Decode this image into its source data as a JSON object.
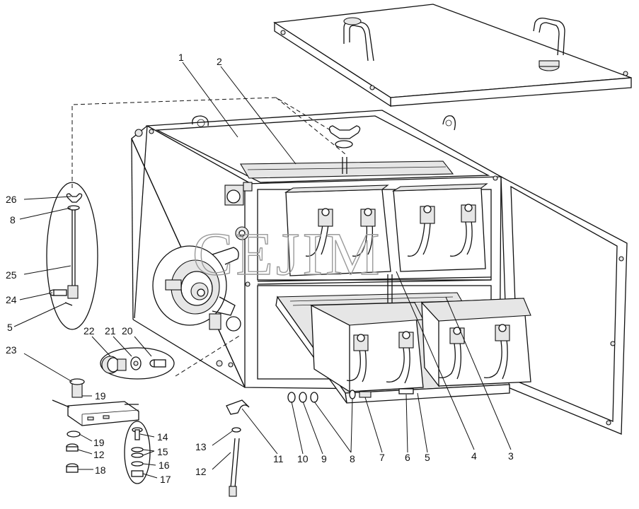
{
  "watermark": "CEJIM",
  "callouts": [
    {
      "id": "c-1",
      "text": "1"
    },
    {
      "id": "c-2",
      "text": "2"
    },
    {
      "id": "c-26",
      "text": "26"
    },
    {
      "id": "c-8a",
      "text": "8"
    },
    {
      "id": "c-25",
      "text": "25"
    },
    {
      "id": "c-24",
      "text": "24"
    },
    {
      "id": "c-5a",
      "text": "5"
    },
    {
      "id": "c-22",
      "text": "22"
    },
    {
      "id": "c-21",
      "text": "21"
    },
    {
      "id": "c-20",
      "text": "20"
    },
    {
      "id": "c-23",
      "text": "23"
    },
    {
      "id": "c-19a",
      "text": "19"
    },
    {
      "id": "c-19b",
      "text": "19"
    },
    {
      "id": "c-12a",
      "text": "12"
    },
    {
      "id": "c-18",
      "text": "18"
    },
    {
      "id": "c-14",
      "text": "14"
    },
    {
      "id": "c-15",
      "text": "15"
    },
    {
      "id": "c-16",
      "text": "16"
    },
    {
      "id": "c-17",
      "text": "17"
    },
    {
      "id": "c-13",
      "text": "13"
    },
    {
      "id": "c-12b",
      "text": "12"
    },
    {
      "id": "c-11",
      "text": "11"
    },
    {
      "id": "c-10",
      "text": "10"
    },
    {
      "id": "c-9",
      "text": "9"
    },
    {
      "id": "c-8b",
      "text": "8"
    },
    {
      "id": "c-7",
      "text": "7"
    },
    {
      "id": "c-6",
      "text": "6"
    },
    {
      "id": "c-5b",
      "text": "5"
    },
    {
      "id": "c-4",
      "text": "4"
    },
    {
      "id": "c-3",
      "text": "3"
    }
  ]
}
